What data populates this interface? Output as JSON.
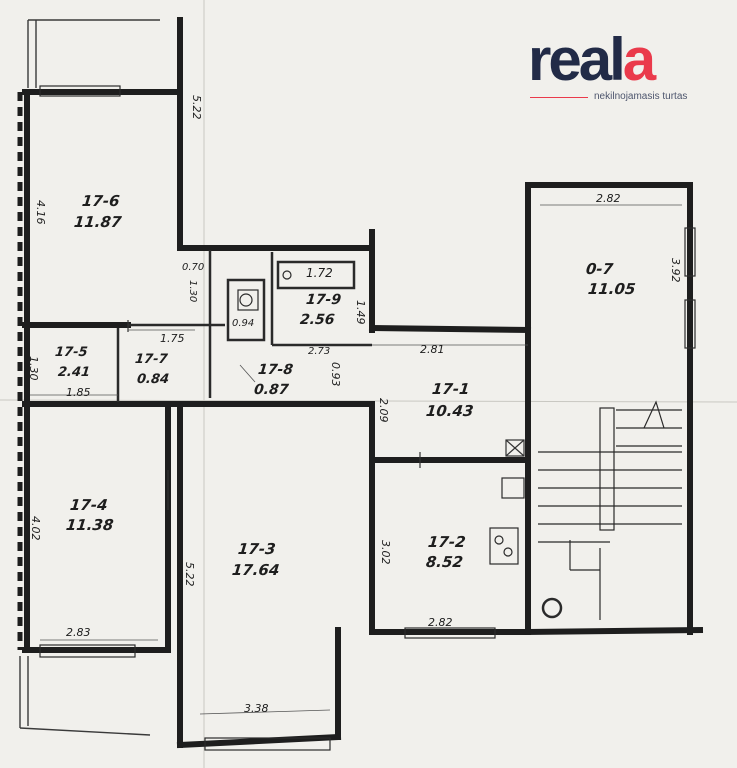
{
  "brand": {
    "name_main": "real",
    "name_accent": "a",
    "tagline": "nekilnojamasis turtas",
    "colors": {
      "navy": "#222b47",
      "red": "#ea3a4b"
    }
  },
  "rooms": [
    {
      "id": "17-6",
      "code": "17-6",
      "area": "11.87"
    },
    {
      "id": "17-5",
      "code": "17-5",
      "area": "2.41"
    },
    {
      "id": "17-7",
      "code": "17-7",
      "area": "0.84"
    },
    {
      "id": "17-4",
      "code": "17-4",
      "area": "11.38"
    },
    {
      "id": "17-3",
      "code": "17-3",
      "area": "17.64"
    },
    {
      "id": "17-8",
      "code": "17-8",
      "area": "0.87"
    },
    {
      "id": "17-9",
      "code": "17-9",
      "area": "2.56"
    },
    {
      "id": "17-1",
      "code": "17-1",
      "area": "10.43"
    },
    {
      "id": "17-2",
      "code": "17-2",
      "area": "8.52"
    },
    {
      "id": "0-7",
      "code": "0-7",
      "area": "11.05"
    }
  ],
  "dimensions": {
    "d_522_top": "5.22",
    "d_416": "4.16",
    "d_070": "0.70",
    "d_130": "1.30",
    "d_172": "1.72",
    "d_094": "0.94",
    "d_149": "1.49",
    "d_175": "1.75",
    "d_130_left": "1.30",
    "d_185": "1.85",
    "d_273": "2.73",
    "d_281": "2.81",
    "d_093": "0.93",
    "d_209": "2.09",
    "d_282_top": "2.82",
    "d_392": "3.92",
    "d_302": "3.02",
    "d_282_bottom": "2.82",
    "d_402": "4.02",
    "d_522_mid": "5.22",
    "d_283": "2.83",
    "d_338": "3.38"
  }
}
